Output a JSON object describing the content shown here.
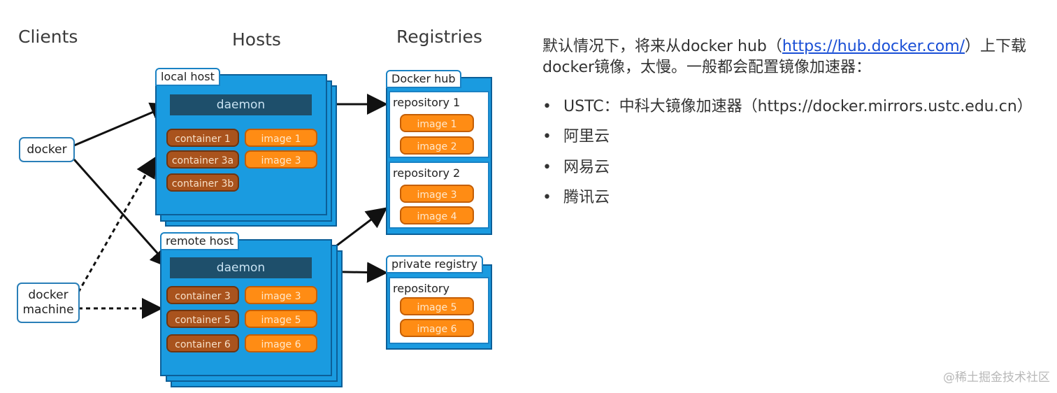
{
  "diagram": {
    "columns": {
      "clients": "Clients",
      "hosts": "Hosts",
      "registries": "Registries"
    },
    "clients": {
      "docker": "docker",
      "docker_machine_line1": "docker",
      "docker_machine_line2": "machine"
    },
    "local_host": {
      "label": "local host",
      "daemon": "daemon",
      "containers": [
        "container 1",
        "container 3a",
        "container 3b"
      ],
      "images": [
        "image 1",
        "image 3"
      ]
    },
    "remote_host": {
      "label": "remote host",
      "daemon": "daemon",
      "containers": [
        "container 3",
        "container 5",
        "container 6"
      ],
      "images": [
        "image 3",
        "image 5",
        "image 6"
      ]
    },
    "docker_hub": {
      "label": "Docker hub",
      "repos": [
        {
          "label": "repository 1",
          "images": [
            "image 1",
            "image 2"
          ]
        },
        {
          "label": "repository 2",
          "images": [
            "image 3",
            "image 4"
          ]
        }
      ]
    },
    "private_registry": {
      "label": "private registry",
      "repo": {
        "label": "repository",
        "images": [
          "image 5",
          "image 6"
        ]
      }
    }
  },
  "text": {
    "intro_before": "默认情况下，将来从docker hub（",
    "intro_link": "https://hub.docker.com/",
    "intro_after": "）上下载docker镜像，太慢。一般都会配置镜像加速器：",
    "bullets": [
      "USTC：中科大镜像加速器（https://docker.mirrors.ustc.edu.cn）",
      "阿里云",
      "网易云",
      "腾讯云"
    ],
    "bullet_marker": "•"
  },
  "watermark": "@稀土掘金技术社区"
}
